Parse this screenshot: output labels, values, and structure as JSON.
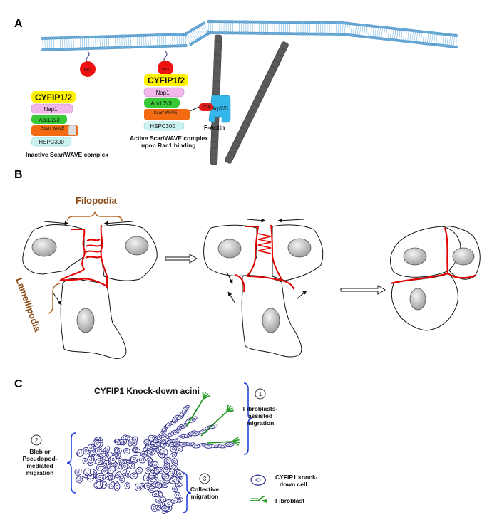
{
  "panel_a": {
    "letter": "A",
    "rac1_left": "Rac1",
    "rac1_right": "Rac1",
    "inactive": {
      "cyfip": "CYFIP1/2",
      "nap1": "Nap1",
      "abi": "Abi1/2/3",
      "scar": "Scar/ WAVE",
      "hspc": "HSPC300",
      "caption": "Inactive Scar/WAVE complex"
    },
    "active": {
      "cyfip": "CYFIP1/2",
      "nap1": "Nap1",
      "abi": "Abi1/2/3",
      "scar": "Scar/ WAVE",
      "hspc": "HSPC300",
      "vca": "VCA",
      "arp": "Arp2/3",
      "caption_line1": "Active Scar/WAVE complex",
      "caption_line2": "upon Rac1 binding"
    },
    "factin": "F-Actin"
  },
  "panel_b": {
    "letter": "B",
    "filopodia": "Filopodia",
    "lamellipodia": "Lamellipodia"
  },
  "panel_c": {
    "letter": "C",
    "title": "CYFIP1 Knock-down acini",
    "mode1_num": "1",
    "mode1_line1": "Fibroblasts-",
    "mode1_line2": "assisted",
    "mode1_line3": "migration",
    "mode2_num": "2",
    "mode2_line1": "Bleb or",
    "mode2_line2": "Pseudopod-",
    "mode2_line3": "mediated",
    "mode2_line4": "migration",
    "mode3_num": "3",
    "mode3_line1": "Collective",
    "mode3_line2": "migration",
    "legend_cell_line1": "CYFIP1 knock-",
    "legend_cell_line2": "down cell",
    "legend_fibro": "Fibroblast"
  },
  "colors": {
    "membrane": "#6aaede",
    "rac1": "#ee1111",
    "cyfip": "#fff200",
    "nap1": "#f1b7ea",
    "abi": "#38c838",
    "scar": "#f26b12",
    "hspc": "#c9f2f0",
    "arp": "#35b6ea",
    "vca": "#e31a1a",
    "actin": "#5a5a5a",
    "junction": "#e30000",
    "cell_outline": "#2a2a8a",
    "fibroblast": "#2aa02a",
    "bracket": "#1a3ad8",
    "bracket_b": "#b06a2a"
  }
}
